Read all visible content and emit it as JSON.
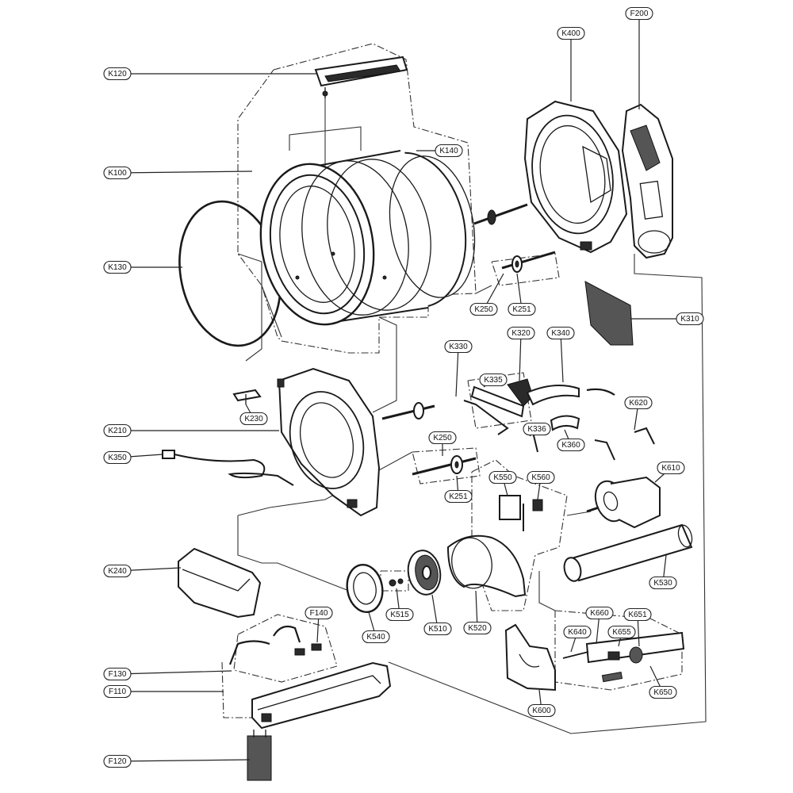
{
  "callouts": [
    {
      "id": "K120",
      "label": "K120"
    },
    {
      "id": "K100",
      "label": "K100"
    },
    {
      "id": "K130",
      "label": "K130"
    },
    {
      "id": "K140",
      "label": "K140"
    },
    {
      "id": "K400",
      "label": "K400"
    },
    {
      "id": "F200",
      "label": "F200"
    },
    {
      "id": "K250a",
      "label": "K250"
    },
    {
      "id": "K251a",
      "label": "K251"
    },
    {
      "id": "K310",
      "label": "K310"
    },
    {
      "id": "K330",
      "label": "K330"
    },
    {
      "id": "K320",
      "label": "K320"
    },
    {
      "id": "K340",
      "label": "K340"
    },
    {
      "id": "K335",
      "label": "K335"
    },
    {
      "id": "K230",
      "label": "K230"
    },
    {
      "id": "K210",
      "label": "K210"
    },
    {
      "id": "K336",
      "label": "K336"
    },
    {
      "id": "K360",
      "label": "K360"
    },
    {
      "id": "K620",
      "label": "K620"
    },
    {
      "id": "K350",
      "label": "K350"
    },
    {
      "id": "K250b",
      "label": "K250"
    },
    {
      "id": "K251b",
      "label": "K251"
    },
    {
      "id": "K550",
      "label": "K550"
    },
    {
      "id": "K560",
      "label": "K560"
    },
    {
      "id": "K610",
      "label": "K610"
    },
    {
      "id": "K240",
      "label": "K240"
    },
    {
      "id": "K530",
      "label": "K530"
    },
    {
      "id": "K515",
      "label": "K515"
    },
    {
      "id": "K510",
      "label": "K510"
    },
    {
      "id": "K520",
      "label": "K520"
    },
    {
      "id": "K540",
      "label": "K540"
    },
    {
      "id": "F140",
      "label": "F140"
    },
    {
      "id": "K660",
      "label": "K660"
    },
    {
      "id": "K651",
      "label": "K651"
    },
    {
      "id": "K640",
      "label": "K640"
    },
    {
      "id": "K655",
      "label": "K655"
    },
    {
      "id": "F130",
      "label": "F130"
    },
    {
      "id": "F110",
      "label": "F110"
    },
    {
      "id": "K600",
      "label": "K600"
    },
    {
      "id": "K650",
      "label": "K650"
    },
    {
      "id": "F120",
      "label": "F120"
    }
  ]
}
